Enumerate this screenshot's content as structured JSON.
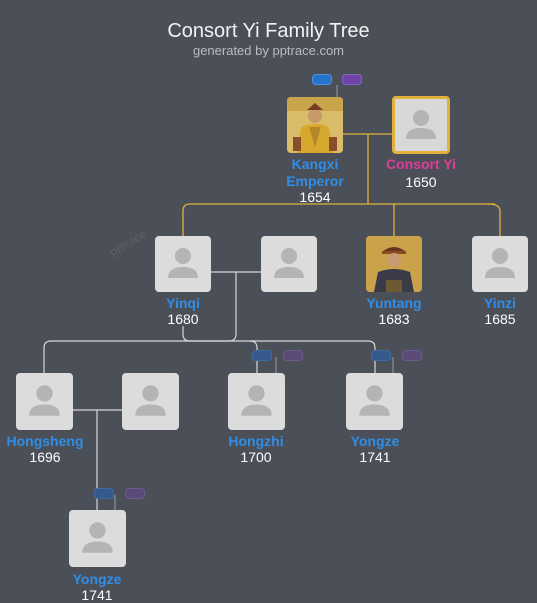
{
  "header": {
    "title": "Consort Yi Family Tree",
    "subtitle": "generated by pptrace.com",
    "watermark": "pptrace"
  },
  "people": {
    "kangxi": {
      "name_line1": "Kangxi",
      "name_line2": "Emperor",
      "year": "1654"
    },
    "consort_yi": {
      "name": "Consort Yi",
      "year": "1650"
    },
    "yinqi": {
      "name": "Yinqi",
      "year": "1680"
    },
    "yuntang": {
      "name": "Yuntang",
      "year": "1683"
    },
    "yinzi": {
      "name": "Yinzi",
      "year": "1685"
    },
    "hongsheng": {
      "name": "Hongsheng",
      "year": "1696"
    },
    "hongzhi": {
      "name": "Hongzhi",
      "year": "1700"
    },
    "yongze_a": {
      "name": "Yongze",
      "year": "1741"
    },
    "yongze_b": {
      "name": "Yongze",
      "year": "1741"
    }
  },
  "colors": {
    "background": "#4b4f58",
    "name_blue": "#2f8fe8",
    "name_pink": "#e23b9c",
    "line_gold": "#e0b23b",
    "line_white": "#d8d8d8"
  },
  "icons": {
    "avatar": "person-silhouette-icon",
    "expand_blue": "expand-ancestors-pill",
    "expand_purple": "expand-descendants-pill"
  }
}
